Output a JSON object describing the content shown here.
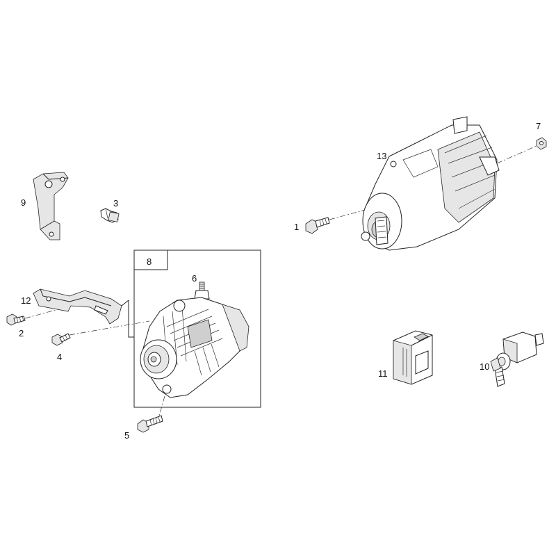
{
  "callouts": {
    "c1": "1",
    "c2": "2",
    "c3": "3",
    "c4": "4",
    "c5": "5",
    "c6": "6",
    "c7": "7",
    "c8": "8",
    "c9": "9",
    "c10": "10",
    "c11": "11",
    "c12": "12",
    "c13": "13"
  },
  "colors": {
    "line": "#222222",
    "shade": "#e6e6e6",
    "background": "#ffffff"
  }
}
